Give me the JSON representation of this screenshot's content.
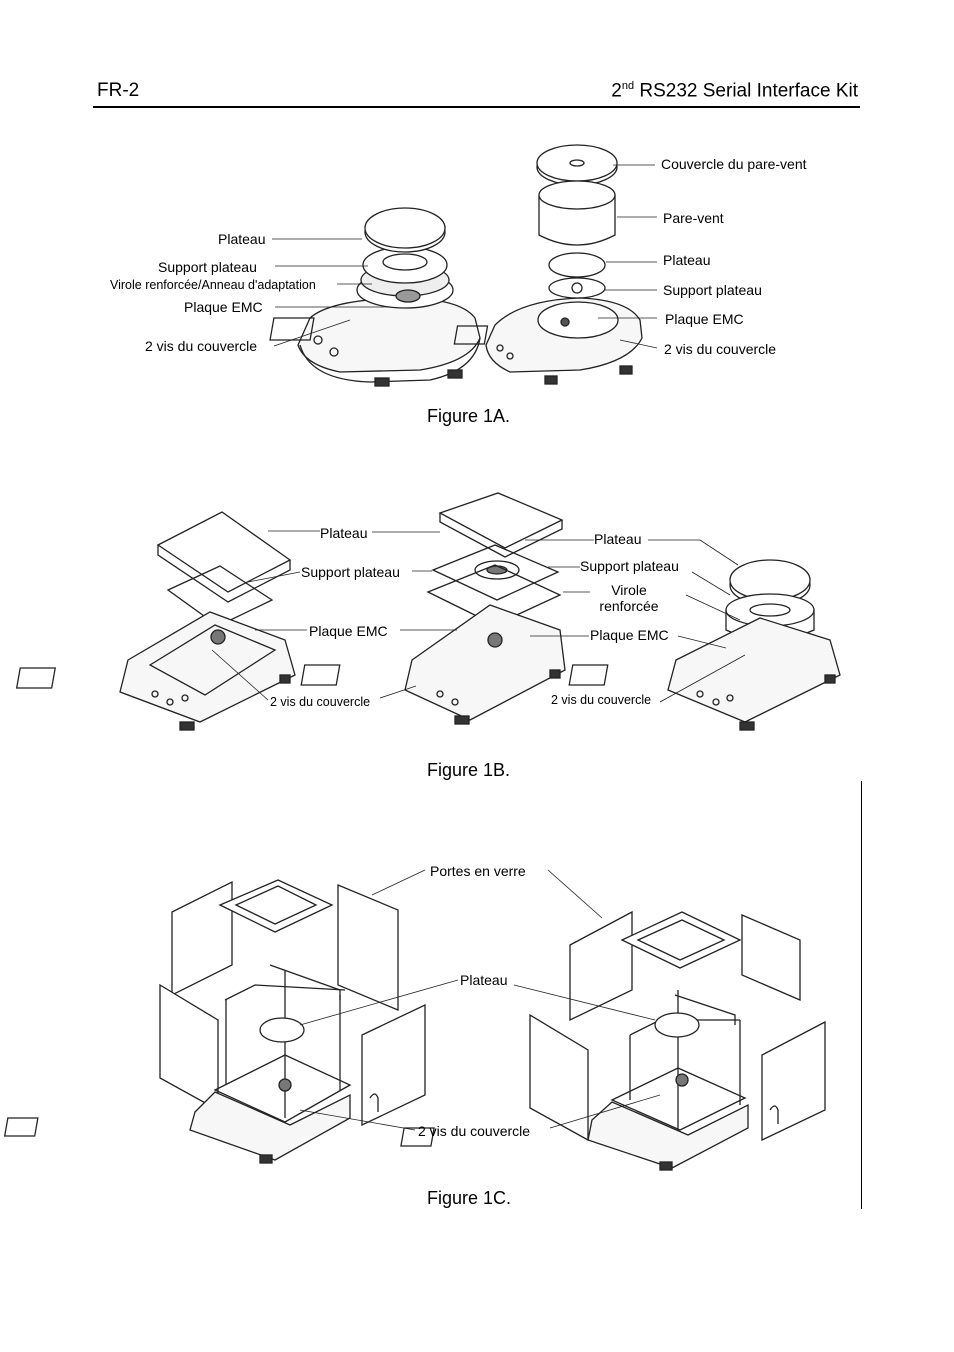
{
  "header": {
    "left": "FR-2",
    "right_ordinal": "2",
    "right_sup": "nd",
    "right_rest": " RS232 Serial Interface Kit"
  },
  "fig1a": {
    "caption": "Figure 1A.",
    "left_labels": {
      "plateau": "Plateau",
      "support": "Support plateau",
      "virole": "Virole renforcée/Anneau d'adaptation",
      "plaque": "Plaque EMC",
      "vis": "2 vis du couvercle"
    },
    "right_labels": {
      "couvercle": "Couvercle du pare-vent",
      "parevent": "Pare-vent",
      "plateau": "Plateau",
      "support": "Support plateau",
      "plaque": "Plaque EMC",
      "vis": "2 vis du couvercle"
    }
  },
  "fig1b": {
    "caption": "Figure 1B.",
    "left_labels": {
      "plateau": "Plateau",
      "support": "Support plateau",
      "plaque": "Plaque EMC",
      "vis": "2 vis du couvercle"
    },
    "right_labels": {
      "plateau": "Plateau",
      "support": "Support plateau",
      "virole_line1": "Virole",
      "virole_line2": "renforcée",
      "plaque": "Plaque EMC",
      "vis": "2 vis du couvercle"
    }
  },
  "fig1c": {
    "caption": "Figure 1C.",
    "labels": {
      "portes": "Portes en verre",
      "plateau": "Plateau",
      "vis": "2 vis du couvercle"
    }
  }
}
